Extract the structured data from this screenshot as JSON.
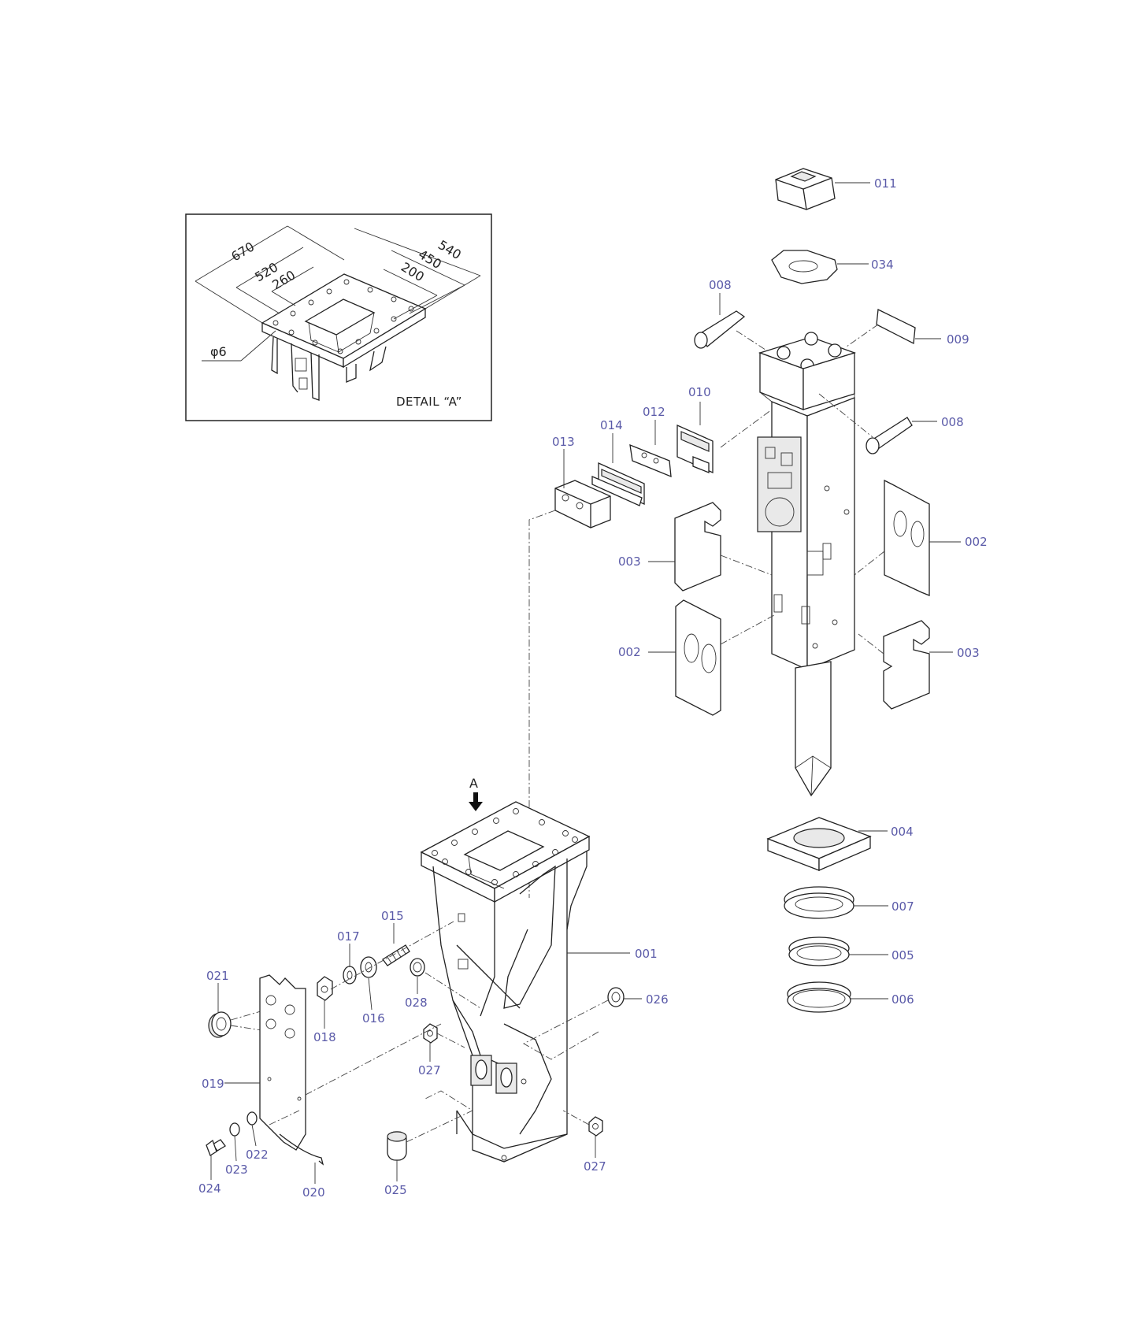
{
  "detail": {
    "caption": "DETAIL “A”",
    "dimensions": [
      "670",
      "520",
      "260",
      "540",
      "450",
      "200"
    ],
    "hole": "φ6"
  },
  "view_marker": "A",
  "parts": {
    "p011": "011",
    "p034": "034",
    "p008a": "008",
    "p009": "009",
    "p010": "010",
    "p008b": "008",
    "p012": "012",
    "p014": "014",
    "p013": "013",
    "p003a": "003",
    "p002a": "002",
    "p002b": "002",
    "p003b": "003",
    "p004": "004",
    "p007": "007",
    "p005": "005",
    "p006": "006",
    "p015": "015",
    "p017": "017",
    "p001": "001",
    "p021": "021",
    "p018": "018",
    "p016": "016",
    "p028": "028",
    "p026": "026",
    "p027a": "027",
    "p019": "019",
    "p022": "022",
    "p023": "023",
    "p024": "024",
    "p020": "020",
    "p025": "025",
    "p027b": "027"
  }
}
